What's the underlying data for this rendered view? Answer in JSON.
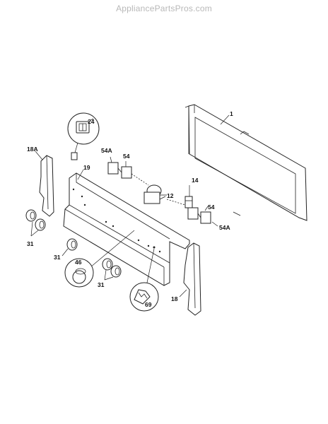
{
  "watermark": "AppliancePartsPros.com",
  "callouts": {
    "p1": "1",
    "p12": "12",
    "p14": "14",
    "p18": "18",
    "p18a": "18A",
    "p19": "19",
    "p24": "24",
    "p31a": "31",
    "p31b": "31",
    "p31c": "31",
    "p46": "46",
    "p54a": "54",
    "p54b": "54",
    "p54aa": "54A",
    "p54ab": "54A",
    "p69": "69"
  }
}
